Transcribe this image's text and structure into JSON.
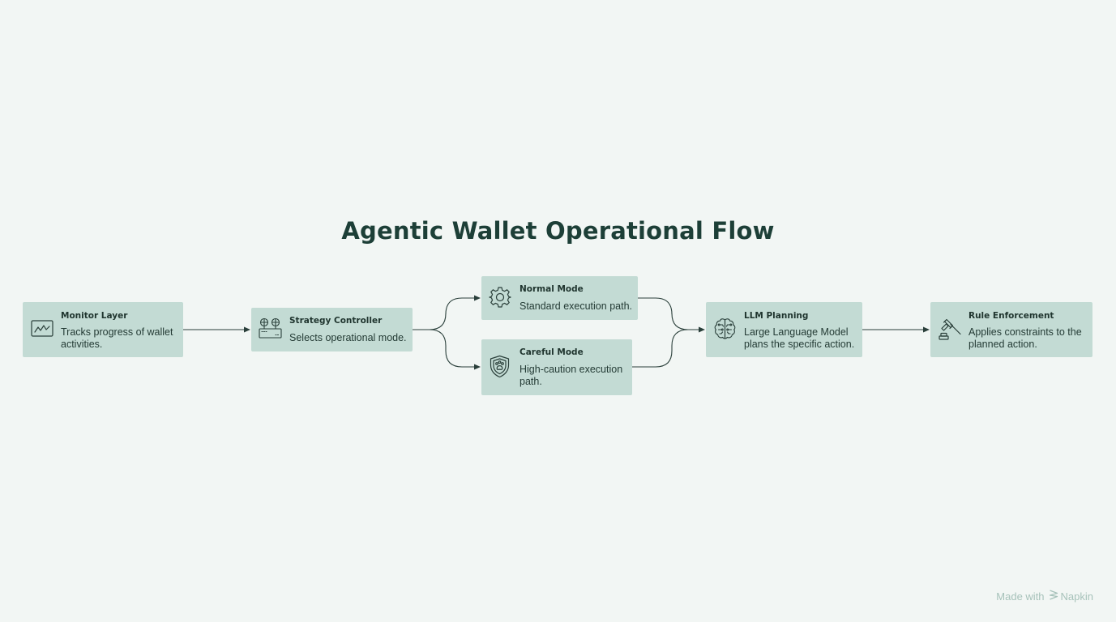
{
  "title": "Agentic Wallet Operational Flow",
  "colors": {
    "background": "#f2f6f4",
    "node_fill": "#c3dbd4",
    "line": "#2a3f3a",
    "title": "#1d3f37",
    "footer": "#a7c2ba"
  },
  "nodes": [
    {
      "id": "monitor",
      "icon": "activity-chart-icon",
      "title": "Monitor Layer",
      "description": "Tracks progress of wallet activities."
    },
    {
      "id": "strategy",
      "icon": "switchboard-icon",
      "title": "Strategy Controller",
      "description": "Selects operational mode."
    },
    {
      "id": "normal",
      "icon": "gear-icon",
      "title": "Normal Mode",
      "description": "Standard execution path."
    },
    {
      "id": "careful",
      "icon": "shield-icon",
      "title": "Careful Mode",
      "description": "High-caution execution path."
    },
    {
      "id": "llm",
      "icon": "brain-icon",
      "title": "LLM Planning",
      "description": "Large Language Model plans the specific action."
    },
    {
      "id": "rule",
      "icon": "gavel-icon",
      "title": "Rule Enforcement",
      "description": "Applies constraints to the planned action."
    }
  ],
  "edges": [
    {
      "from": "monitor",
      "to": "strategy"
    },
    {
      "from": "strategy",
      "to": "normal"
    },
    {
      "from": "strategy",
      "to": "careful"
    },
    {
      "from": "normal",
      "to": "llm"
    },
    {
      "from": "careful",
      "to": "llm"
    },
    {
      "from": "llm",
      "to": "rule"
    }
  ],
  "footer": {
    "prefix": "Made with",
    "brand": "Napkin"
  }
}
